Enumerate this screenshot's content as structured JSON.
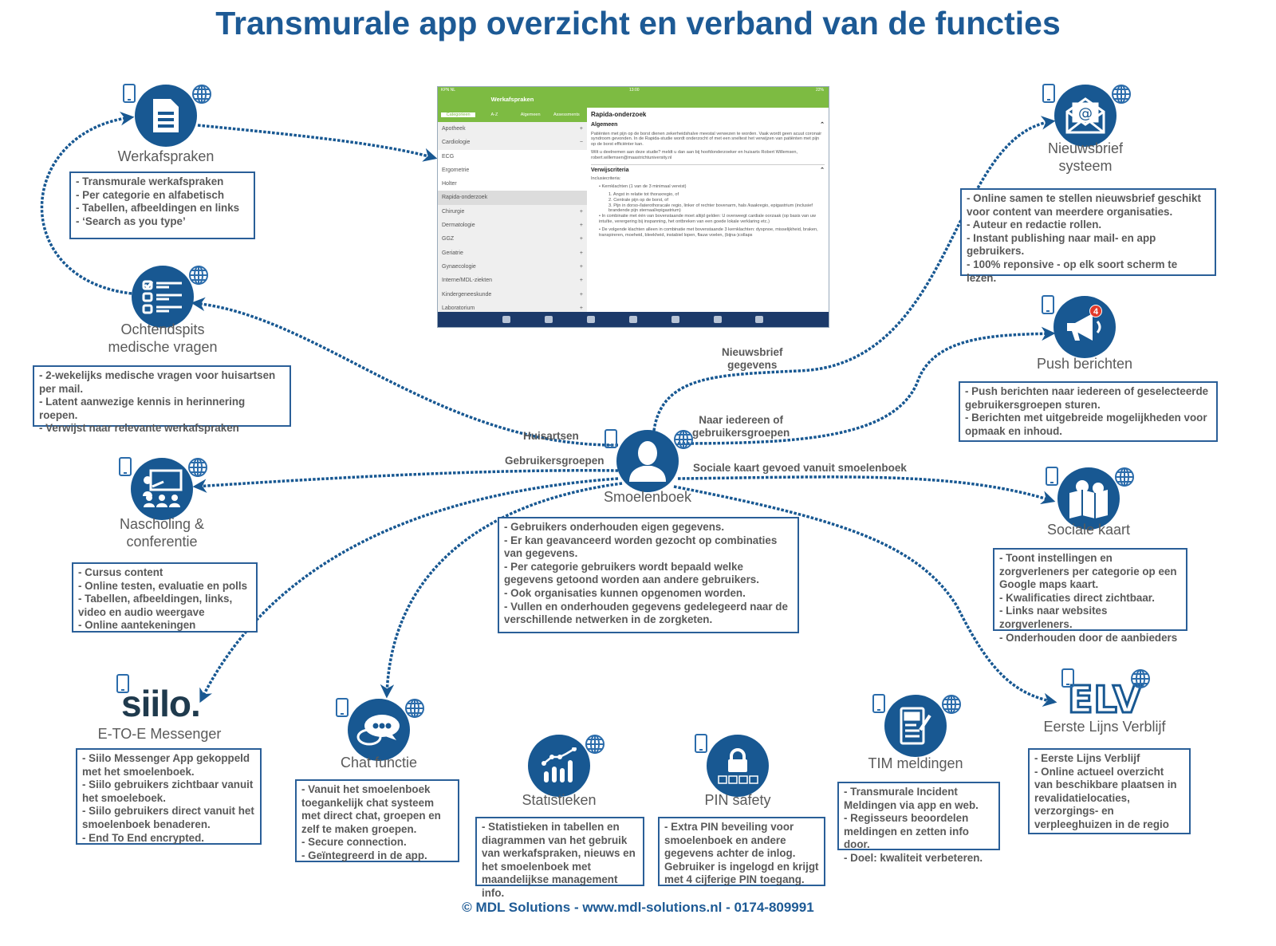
{
  "title": "Transmurale app overzicht en verband van de functies",
  "footer": "© MDL Solutions - www.mdl-solutions.nl - 0174-809991",
  "colors": {
    "primary": "#185892",
    "text": "#595959",
    "app_green": "#7dbb42",
    "app_navy": "#1c3a6a"
  },
  "connector_labels": {
    "nieuwsbrief_gegevens": [
      "Nieuwsbrief",
      "gegevens"
    ],
    "naar_iedereen": [
      "Naar iedereen of",
      "gebruikersgroepen"
    ],
    "huisartsen": "Huisartsen",
    "gebruikersgroepen": "Gebruikersgroepen",
    "sociale_kaart": "Sociale kaart gevoed vanuit smoelenboek"
  },
  "features": [
    {
      "id": "werkafspraken",
      "title": [
        "Werkafspraken"
      ],
      "icon": "document-icon",
      "platforms": [
        "tablet",
        "web"
      ],
      "bullets": [
        "- Transmurale werkafspraken",
        "- Per categorie en alfabetisch",
        "- Tabellen, afbeeldingen en links",
        "- ‘Search as you type’"
      ]
    },
    {
      "id": "ochtendspits",
      "title": [
        "Ochtendspits",
        "medische vragen"
      ],
      "icon": "checklist-icon",
      "platforms": [
        "web"
      ],
      "bullets": [
        "- 2-wekelijks medische vragen voor huisartsen per mail.",
        "- Latent aanwezige kennis in herinnering roepen.",
        "- Verwijst naar relevante werkafspraken"
      ]
    },
    {
      "id": "nascholing",
      "title": [
        "Nascholing &",
        "conferentie"
      ],
      "icon": "presentation-icon",
      "platforms": [
        "tablet",
        "web"
      ],
      "bullets": [
        "- Cursus content",
        "- Online testen, evaluatie en polls",
        "- Tabellen, afbeeldingen, links, video en audio weergave",
        "- Online aantekeningen"
      ]
    },
    {
      "id": "siilo",
      "title": [
        "E-TO-E Messenger"
      ],
      "icon": "siilo-logo",
      "logo_text": "siilo.",
      "platforms": [
        "tablet"
      ],
      "bullets": [
        "- Siilo Messenger App gekoppeld met het smoelenboek.",
        "- Siilo gebruikers zichtbaar vanuit het smoeleboek.",
        "- Siilo gebruikers direct vanuit het smoelenboek benaderen.",
        "- End To End encrypted."
      ]
    },
    {
      "id": "chat",
      "title": [
        "Chat functie"
      ],
      "icon": "chat-icon",
      "platforms": [
        "tablet",
        "web"
      ],
      "bullets": [
        "- Vanuit het smoelenboek toegankelijk chat systeem met direct chat, groepen en zelf te maken groepen.",
        "- Secure connection.",
        "- Geïntegreerd in de app."
      ]
    },
    {
      "id": "statistieken",
      "title": [
        "Statistieken"
      ],
      "icon": "chart-icon",
      "platforms": [
        "web"
      ],
      "bullets": [
        "- Statistieken in tabellen en diagrammen van het gebruik van werkafspraken, nieuws en het smoelenboek met maandelijkse management info."
      ]
    },
    {
      "id": "pin",
      "title": [
        "PIN safety"
      ],
      "icon": "lock-icon",
      "platforms": [
        "tablet"
      ],
      "bullets": [
        "- Extra PIN beveiling voor smoelenboek en andere gegevens achter de inlog. Gebruiker is ingelogd en krijgt met 4 cijferige PIN toegang."
      ]
    },
    {
      "id": "tim",
      "title": [
        "TIM meldingen"
      ],
      "icon": "report-icon",
      "platforms": [
        "tablet",
        "web"
      ],
      "bullets": [
        "- Transmurale Incident Meldingen via app en web.",
        "- Regisseurs beoordelen meldingen en zetten info door.",
        "- Doel: kwaliteit verbeteren."
      ]
    },
    {
      "id": "elv",
      "title": [
        "Eerste Lijns Verblijf"
      ],
      "icon": "elv-logo",
      "logo_text": "ELV",
      "platforms": [
        "tablet",
        "web"
      ],
      "bullets": [
        "- Eerste Lijns Verblijf",
        "- Online actueel overzicht van beschikbare plaatsen in revalidatielocaties, verzorgings- en verpleeghuizen in de regio"
      ]
    },
    {
      "id": "sociale",
      "title": [
        "Sociale kaart"
      ],
      "icon": "map-icon",
      "platforms": [
        "tablet",
        "web"
      ],
      "bullets": [
        "- Toont instellingen en zorgverleners per categorie op een Google maps kaart.",
        "- Kwalificaties direct zichtbaar.",
        "- Links naar websites zorgverleners.",
        "- Onderhouden door de aanbieders"
      ]
    },
    {
      "id": "push",
      "title": [
        "Push berichten"
      ],
      "icon": "megaphone-icon",
      "badge": "4",
      "platforms": [
        "tablet"
      ],
      "bullets": [
        "- Push berichten naar iedereen of geselecteerde gebruikersgroepen sturen.",
        "- Berichten met uitgebreide mogelijkheden voor opmaak en inhoud."
      ]
    },
    {
      "id": "nieuwsbrief",
      "title": [
        "Nieuwsbrief",
        "systeem"
      ],
      "icon": "email-icon",
      "platforms": [
        "tablet",
        "web"
      ],
      "bullets": [
        "- Online samen te stellen nieuwsbrief geschikt voor content van meerdere organisaties.",
        "- Auteur en redactie rollen.",
        "- Instant publishing naar mail- en app gebruikers.",
        "- 100% reponsive - op elk soort scherm te lezen."
      ]
    },
    {
      "id": "smoelenboek",
      "title": [
        "Smoelenboek"
      ],
      "icon": "user-icon",
      "platforms": [
        "tablet",
        "web"
      ],
      "bullets": [
        "- Gebruikers onderhouden eigen gegevens.",
        "- Er kan geavanceerd worden gezocht op combinaties van gegevens.",
        "- Per categorie gebruikers wordt bepaald welke gegevens getoond worden aan andere gebruikers.",
        "- Ook organisaties kunnen opgenomen worden.",
        "- Vullen en onderhouden gegevens gedelegeerd naar de verschillende netwerken in de zorgketen."
      ]
    }
  ],
  "app": {
    "status_left": "KPN NL",
    "time": "13:00",
    "status_right": "22%",
    "nav_title": "Werkafspraken",
    "segments": [
      "Categorieen",
      "A-Z",
      "Algemeen",
      "Assessments"
    ],
    "list": [
      {
        "label": "Apotheek",
        "sign": "+"
      },
      {
        "label": "Cardiologie",
        "sign": "−"
      },
      {
        "label": "ECG",
        "sub": true
      },
      {
        "label": "Ergometrie",
        "sub": true
      },
      {
        "label": "Holter",
        "sub": true
      },
      {
        "label": "Rapida-onderzoek",
        "selected": true
      },
      {
        "label": "Chirurgie",
        "sign": "+"
      },
      {
        "label": "Dermatologie",
        "sign": "+"
      },
      {
        "label": "GGZ",
        "sign": "+"
      },
      {
        "label": "Geriatrie",
        "sign": "+"
      },
      {
        "label": "Gynaecologie",
        "sign": "+"
      },
      {
        "label": "Interne/MDL-ziekten",
        "sign": "+"
      },
      {
        "label": "Kindergeneeskunde",
        "sign": "+"
      },
      {
        "label": "Laboratorium",
        "sign": "+"
      }
    ],
    "detail_title": "Rapida-onderzoek",
    "section1": "Algemeen",
    "para1": "Patiënten met pijn op de borst dienen zekerheidshalve meestal verwezen te worden. Vaak wordt geen acuut coronair syndroom gevonden. In de Rapida-studie wordt onderzocht of met een sneltest het verwijzen van patiënten met pijn op de borst efficiënter kan.",
    "para2": "Wilt u deelnemen aan deze studie? meldt u dan aan bij hoofdonderzoeker en huisarts Robert Willemsen, robert.willemsen@maastrichtuniversity.nl",
    "section2": "Verwijscriteria",
    "incl": "Inclusiecriteria:",
    "crit1": "• Kernklachten (1 van de 3 minimaal vereist)",
    "crit1_items": [
      "1. Angst in relatie tot thoraxregio, of",
      "2. Centrale pijn op de borst, of",
      "3. Pijn in dorso-/laterothoracale regio, linker of rechter bovenarm, hals /kaakregio, epigastrium (inclusief brandende pijn sternaal/epigastrium)"
    ],
    "crit2": "• In combinatie met één van bovenstaande moet altijd gelden: U overweegt cardiale oorzaak (op basis van uw intuïtie, verergering bij inspanning, het ontbreken van een goede lokale verklaring etc.)",
    "crit3": "• De volgende klachten alleen in combinatie met bovenstaande 3 kernklachten: dyspnoe, misselijkheid, braken, transpireren, moeheid, bleekheid, instabiel lopen, flauw voelen, (bijna-)collaps"
  }
}
